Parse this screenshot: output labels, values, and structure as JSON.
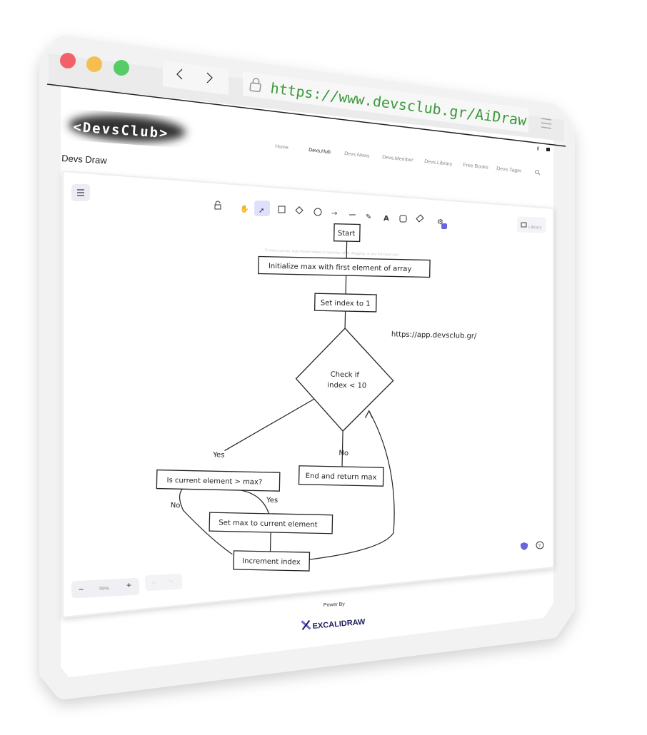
{
  "browser": {
    "url": "https://www.devsclub.gr/AiDraw",
    "back_icon": "chevron-left-icon",
    "forward_icon": "chevron-right-icon",
    "lock_icon": "lock-icon",
    "menu_icon": "hamburger-icon"
  },
  "site": {
    "logo_text": "<DevsClub>",
    "page_title": "Devs Draw",
    "nav": [
      "Home",
      "Devs.Hub",
      "Devs.News",
      "Devs.Member",
      "Devs.Library",
      "Free Books",
      "Devs.Tager"
    ],
    "social": [
      "f",
      "ig"
    ],
    "footer_power": "Power By",
    "footer_brand": "EXCALIDRAW"
  },
  "editor": {
    "tools": [
      "lock",
      "hand",
      "selection",
      "rectangle",
      "diamond",
      "ellipse",
      "arrow",
      "line",
      "draw",
      "text",
      "image",
      "eraser",
      "more"
    ],
    "library_label": "Library",
    "hint": "To move canvas, hold mouse wheel or spacebar while dragging, or use the hand tool",
    "zoom_minus": "−",
    "zoom_level": "99%",
    "zoom_plus": "+",
    "undo": "↶",
    "redo": "↷",
    "help": "?"
  },
  "flowchart": {
    "start": "Start",
    "init": "Initialize max with first element of array",
    "set_index": "Set index to 1",
    "check_line1": "Check if",
    "check_line2": "index < 10",
    "link": "https://app.devsclub.gr/",
    "yes1": "Yes",
    "no1": "No",
    "compare": "Is current element > max?",
    "end": "End and return max",
    "no2": "No",
    "yes2": "Yes",
    "set_max": "Set max to current element",
    "increment": "Increment index"
  },
  "colors": {
    "accent": "#6965db",
    "url_green": "#3a9a3a",
    "logo_green": "#44d03a"
  }
}
